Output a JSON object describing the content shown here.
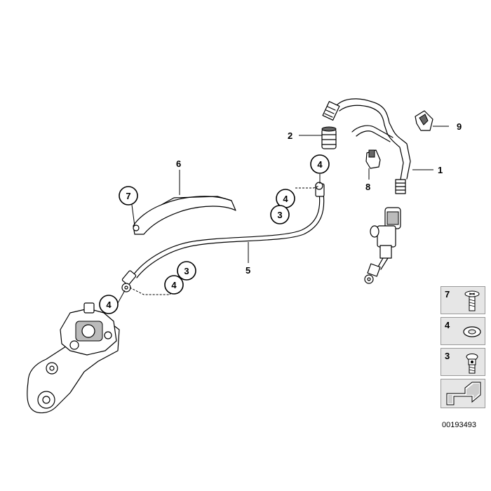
{
  "diagram": {
    "part_labels": [
      "1",
      "2",
      "5",
      "6",
      "8",
      "9"
    ],
    "callouts": [
      "7",
      "4",
      "4",
      "3",
      "4",
      "3",
      "4"
    ],
    "legend": [
      {
        "num": "7",
        "icon": "screw-icon"
      },
      {
        "num": "4",
        "icon": "washer-icon"
      },
      {
        "num": "3",
        "icon": "banjo-bolt-icon"
      },
      {
        "num": "",
        "icon": "arrow-icon"
      }
    ],
    "reference_code": "00193493"
  }
}
